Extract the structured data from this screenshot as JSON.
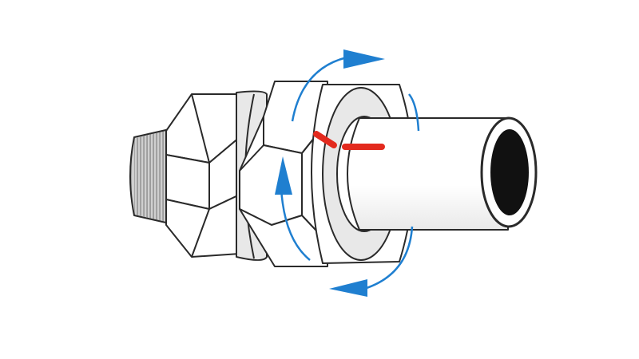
{
  "diagram": {
    "subject": "compression-fitting-assembly",
    "parts": [
      {
        "name": "threaded-male-end"
      },
      {
        "name": "body-hex-nut"
      },
      {
        "name": "compression-nut"
      },
      {
        "name": "ferrule-ring"
      },
      {
        "name": "inserted-pipe"
      }
    ],
    "rotation_direction": "clockwise-tightening",
    "alignment_marks": 2
  },
  "colors": {
    "background": "#ffffff",
    "outline": "#2a2a2a",
    "metal_face": "#ffffff",
    "metal_shade": "#e8e8e8",
    "thread_shade": "#cfcfcf",
    "pipe_bore": "#111111",
    "arrow_blue": "#1f7fd0",
    "mark_red": "#e32a1e"
  },
  "icons": {
    "rotate_arrows": "curved-rotation-arrows-icon",
    "alignment_marks": "alignment-mark-icon"
  }
}
